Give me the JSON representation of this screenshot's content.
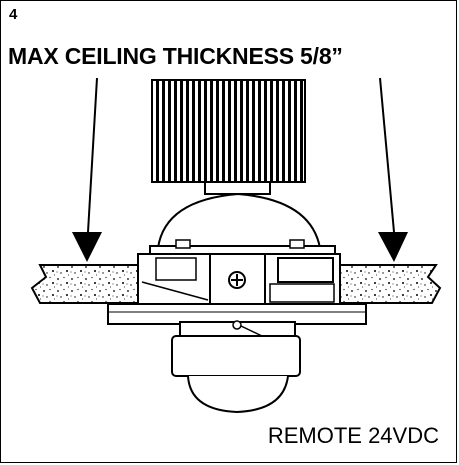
{
  "step": {
    "number": "4"
  },
  "heading": {
    "text": "MAX CEILING THICKNESS 5/8”"
  },
  "footer": {
    "label": "REMOTE 24VDC"
  },
  "diagram": {
    "subject": "camera-dome-mounted-through-ceiling",
    "icons": [
      "arrow-down-icon",
      "screw-icon"
    ]
  }
}
